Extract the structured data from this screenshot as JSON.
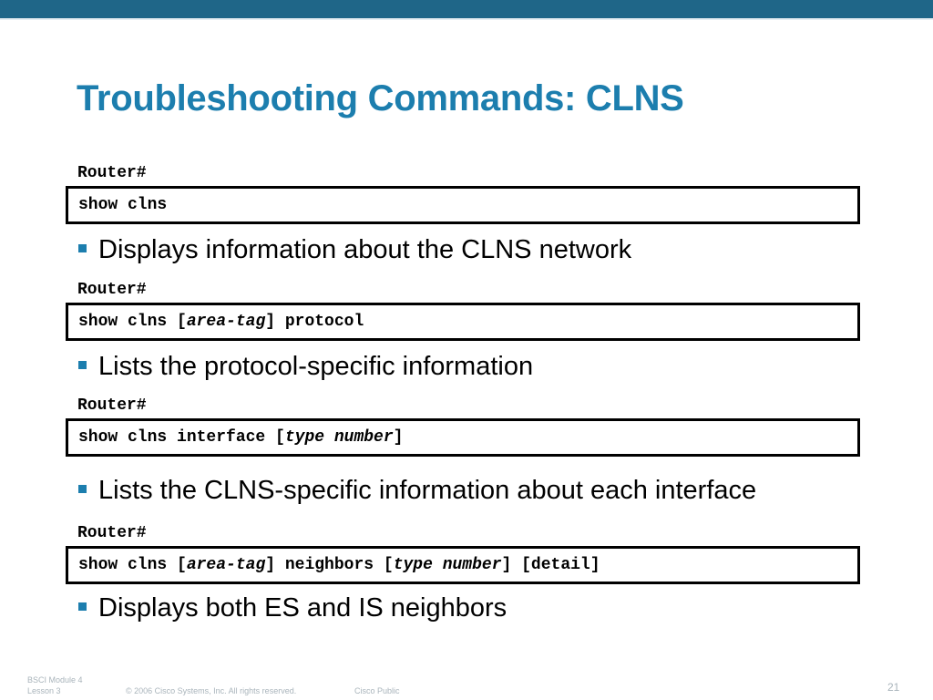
{
  "slide": {
    "title": "Troubleshooting Commands: CLNS",
    "page_number": "21"
  },
  "sections": [
    {
      "prompt": "Router#",
      "command": [
        {
          "text": "show clns",
          "italic": false
        }
      ],
      "bullet": "Displays information about the CLNS network"
    },
    {
      "prompt": "Router#",
      "command": [
        {
          "text": "show clns [",
          "italic": false
        },
        {
          "text": "area-tag",
          "italic": true
        },
        {
          "text": "] protocol",
          "italic": false
        }
      ],
      "bullet": "Lists the protocol-specific information"
    },
    {
      "prompt": "Router#",
      "command": [
        {
          "text": "show clns interface [",
          "italic": false
        },
        {
          "text": "type number",
          "italic": true
        },
        {
          "text": "]",
          "italic": false
        }
      ],
      "bullet": "Lists the CLNS-specific information about each interface"
    },
    {
      "prompt": "Router#",
      "command": [
        {
          "text": "show clns [",
          "italic": false
        },
        {
          "text": "area-tag",
          "italic": true
        },
        {
          "text": "] neighbors [",
          "italic": false
        },
        {
          "text": "type number",
          "italic": true
        },
        {
          "text": "] [detail]",
          "italic": false
        }
      ],
      "bullet": "Displays both ES and IS neighbors"
    }
  ],
  "footer": {
    "module_line1": "BSCI Module 4",
    "module_line2": "Lesson 3",
    "copyright": "© 2006 Cisco Systems, Inc. All rights reserved.",
    "classification": "Cisco Public"
  },
  "colors": {
    "title": "#1c7eae",
    "top_bar": "#1f6688",
    "bullet_marker": "#1c7eae",
    "footer_text": "#a9b4bb"
  }
}
